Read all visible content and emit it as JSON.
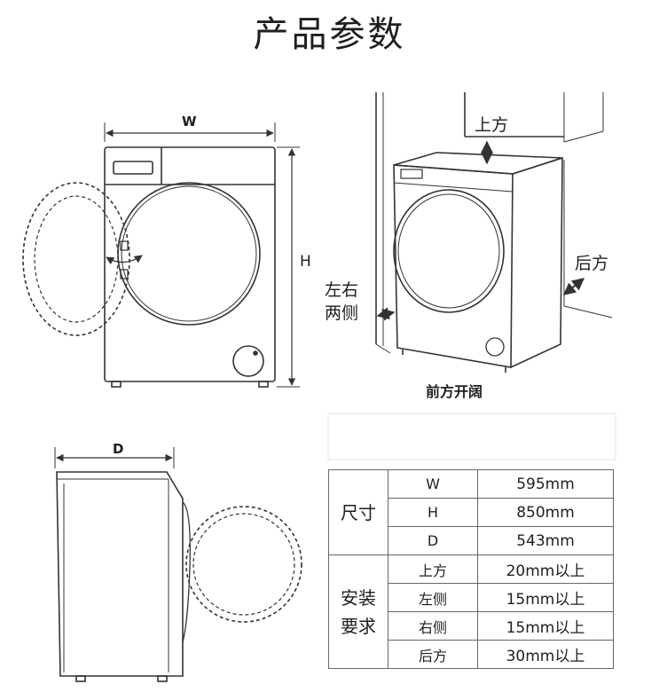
{
  "title": "产品参数",
  "diagram_labels": {
    "width": "W",
    "height": "H",
    "depth": "D",
    "top": "上方",
    "back": "后方",
    "sides": "左右两侧",
    "front": "前方开阔"
  },
  "spec_table": {
    "groups": [
      {
        "label": "尺寸",
        "rows": [
          {
            "key": "W",
            "value": "595mm"
          },
          {
            "key": "H",
            "value": "850mm"
          },
          {
            "key": "D",
            "value": "543mm"
          }
        ]
      },
      {
        "label": "安装要求",
        "rows": [
          {
            "key": "上方",
            "value": "20mm以上"
          },
          {
            "key": "左侧",
            "value": "15mm以上"
          },
          {
            "key": "右侧",
            "value": "15mm以上"
          },
          {
            "key": "后方",
            "value": "30mm以上"
          }
        ]
      }
    ]
  },
  "colors": {
    "line": "#333333",
    "text": "#1e1e1e",
    "background": "#ffffff"
  }
}
